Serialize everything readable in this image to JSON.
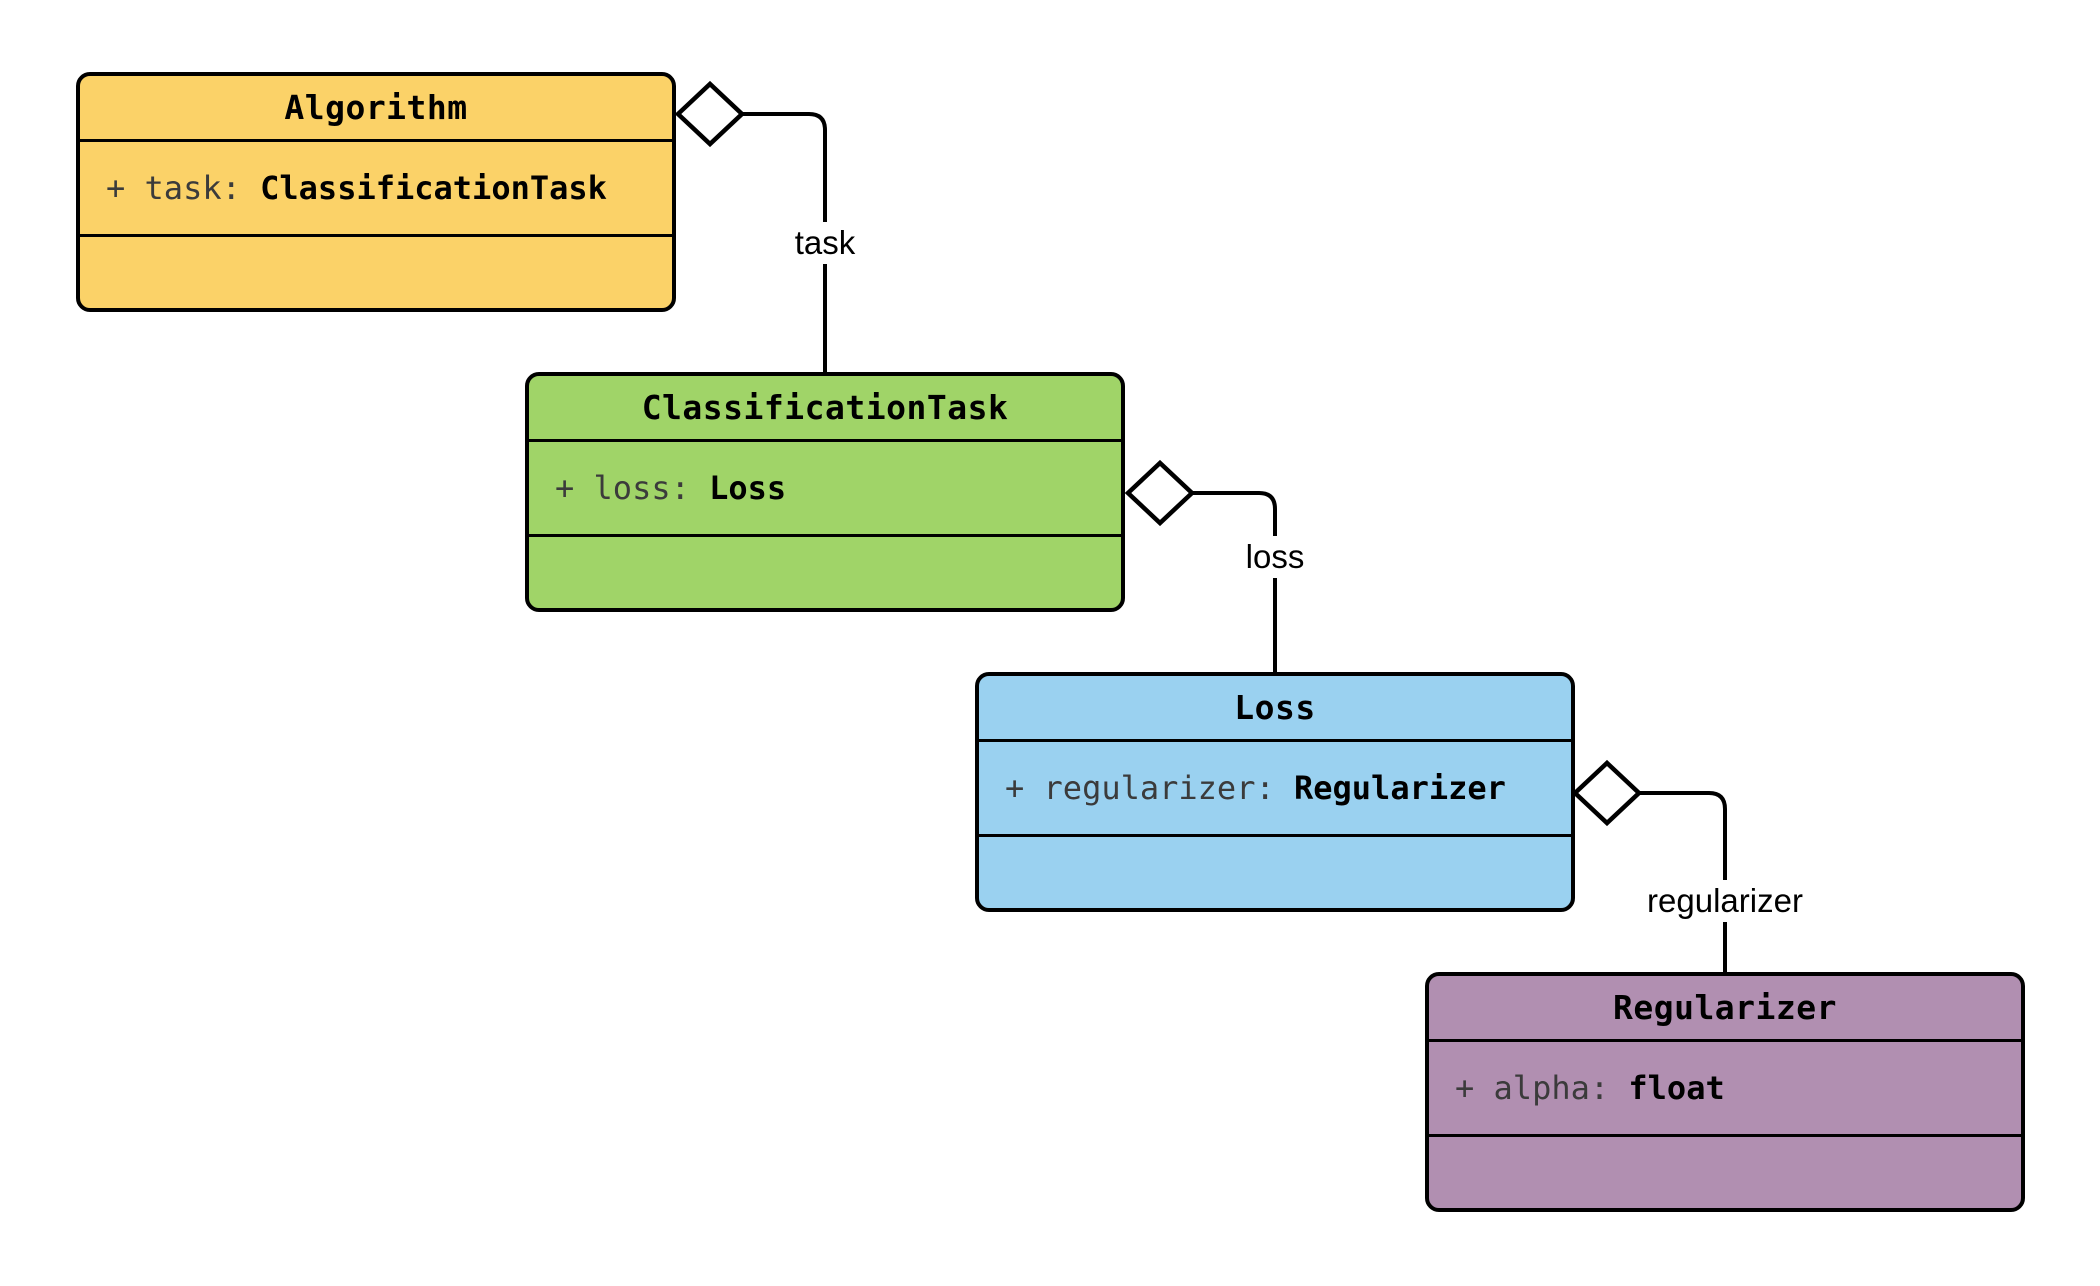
{
  "diagram_type": "uml-class-diagram",
  "colors": {
    "background": "#FFFFFF",
    "stroke": "#000000",
    "algorithm_fill": "#FBD268",
    "classification_task_fill": "#A0D468",
    "loss_fill": "#9AD1F0",
    "regularizer_fill": "#B18FB1"
  },
  "classes": {
    "algorithm": {
      "name": "Algorithm",
      "attr_name": "+ task: ",
      "attr_type": "ClassificationTask"
    },
    "classification_task": {
      "name": "ClassificationTask",
      "attr_name": "+ loss: ",
      "attr_type": "Loss"
    },
    "loss": {
      "name": "Loss",
      "attr_name": "+ regularizer: ",
      "attr_type": "Regularizer"
    },
    "regularizer": {
      "name": "Regularizer",
      "attr_name": "+ alpha: ",
      "attr_type": "float"
    }
  },
  "edges": {
    "task": {
      "label": "task",
      "type": "aggregation",
      "source": "Algorithm",
      "target": "ClassificationTask"
    },
    "loss": {
      "label": "loss",
      "type": "aggregation",
      "source": "ClassificationTask",
      "target": "Loss"
    },
    "regularizer": {
      "label": "regularizer",
      "type": "aggregation",
      "source": "Loss",
      "target": "Regularizer"
    }
  }
}
